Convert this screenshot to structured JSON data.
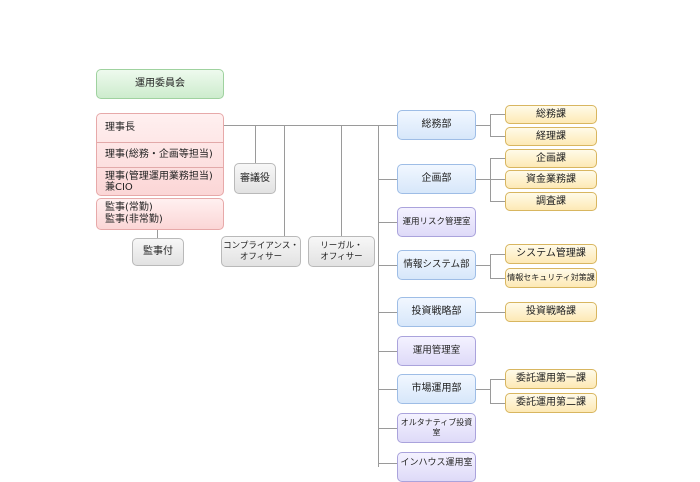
{
  "committee": "運用委員会",
  "executives": {
    "chairman": "理事長",
    "director_general": "理事(総務・企画等担当)",
    "director_investment": "理事(管理運用業務担当)\n兼CIO"
  },
  "auditors": "監事(常勤)\n監事(非常勤)",
  "audit_staff": "監事付",
  "council": "審議役",
  "compliance_officer": "コンプライアンス・\nオフィサー",
  "legal_officer": "リーガル・\nオフィサー",
  "departments": {
    "general_affairs": {
      "name": "総務部",
      "sections": [
        "総務課",
        "経理課"
      ]
    },
    "planning": {
      "name": "企画部",
      "sections": [
        "企画課",
        "資金業務課",
        "調査課"
      ]
    },
    "risk_management": {
      "name": "運用リスク管理室"
    },
    "it_systems": {
      "name": "情報システム部",
      "sections": [
        "システム管理課",
        "情報セキュリティ対策課"
      ]
    },
    "investment_strategy": {
      "name": "投資戦略部",
      "sections": [
        "投資戦略課"
      ]
    },
    "investment_admin": {
      "name": "運用管理室"
    },
    "market_investment": {
      "name": "市場運用部",
      "sections": [
        "委託運用第一課",
        "委託運用第二課"
      ]
    },
    "alternative": {
      "name": "オルタナティブ投資室"
    },
    "inhouse": {
      "name": "インハウス運用室"
    }
  }
}
